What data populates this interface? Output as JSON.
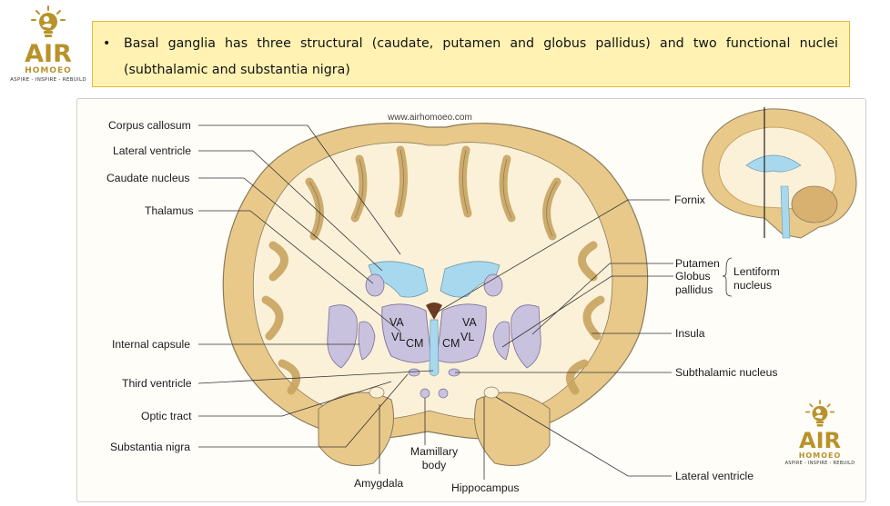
{
  "logo": {
    "word": "AIR",
    "sub": "HOMOEO",
    "tagline": "ASPIRE - INSPIRE - REBUILD",
    "color": "#b8922a"
  },
  "callout": {
    "bullet": "•",
    "text": "Basal ganglia has three structural (caudate, putamen and globus pallidus) and two functional nuclei (subthalamic and substantia nigra)",
    "background": "#fff2b3",
    "border": "#e8b83a"
  },
  "figure": {
    "watermark": "www.airhomoeo.com",
    "labels_left": [
      "Corpus callosum",
      "Lateral ventricle",
      "Caudate nucleus",
      "Thalamus",
      "Internal capsule",
      "Third ventricle",
      "Optic tract",
      "Substantia nigra"
    ],
    "labels_bottom": [
      "Amygdala",
      "Mamillary",
      "body",
      "Hippocampus"
    ],
    "labels_right": [
      "Fornix",
      "Putamen",
      "Globus",
      "pallidus",
      "Lentiform",
      "nucleus",
      "Insula",
      "Subthalamic nucleus",
      "Lateral ventricle"
    ],
    "nuclei_left": [
      "VA",
      "VL",
      "CM"
    ],
    "nuclei_right": [
      "VA",
      "VL",
      "CM"
    ],
    "colors": {
      "cortex": "#e8c98a",
      "white_matter": "#fbf1d8",
      "ventricle": "#a7d8ee",
      "nucleus": "#c9c2de",
      "outline": "#8a7a5a"
    }
  }
}
